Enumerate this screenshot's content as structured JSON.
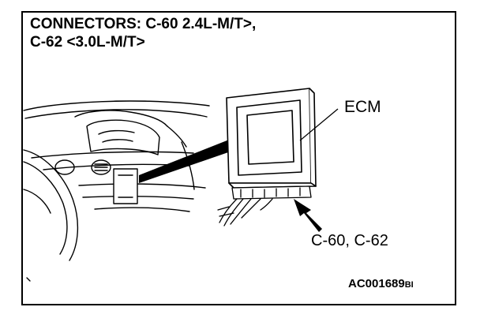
{
  "title": {
    "line1": "CONNECTORS: C-60 2.4L-M/T>,",
    "line2": "C-62 <3.0L-M/T>"
  },
  "labels": {
    "ecm": "ECM",
    "connectors": "C-60, C-62"
  },
  "figure_id": {
    "main": "AC001689",
    "suffix": "BI"
  },
  "colors": {
    "line": "#000000",
    "background": "#ffffff"
  }
}
